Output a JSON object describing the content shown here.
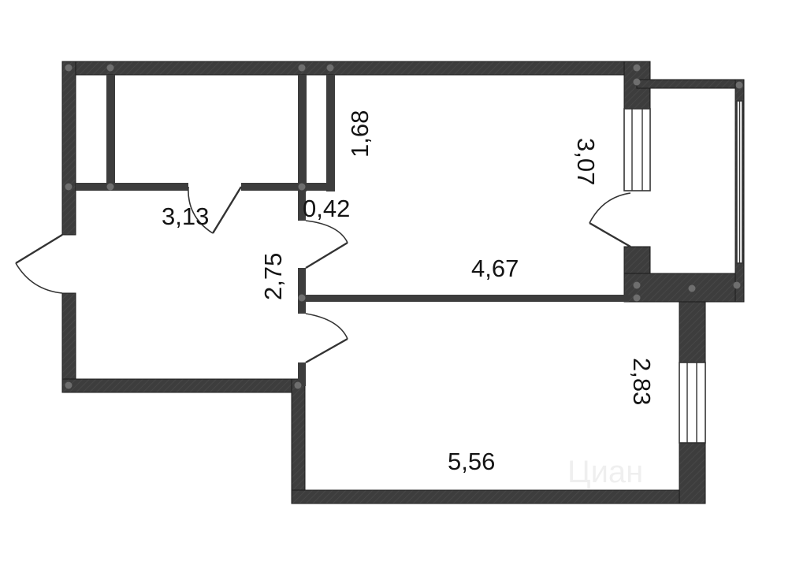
{
  "plan": {
    "dimensions": {
      "storage_width": "3,13",
      "storage_depth": "1,68",
      "closet_width": "0,42",
      "hall_length": "2,75",
      "kitchen_length": "4,67",
      "kitchen_width": "3,07",
      "room_width": "2,83",
      "room_length": "5,56"
    },
    "watermark": "Циан",
    "colors": {
      "wall": "#3d3d3d",
      "wall_outline": "#1c1c1c",
      "background": "#ffffff",
      "joint": "#6e6e6e"
    }
  }
}
